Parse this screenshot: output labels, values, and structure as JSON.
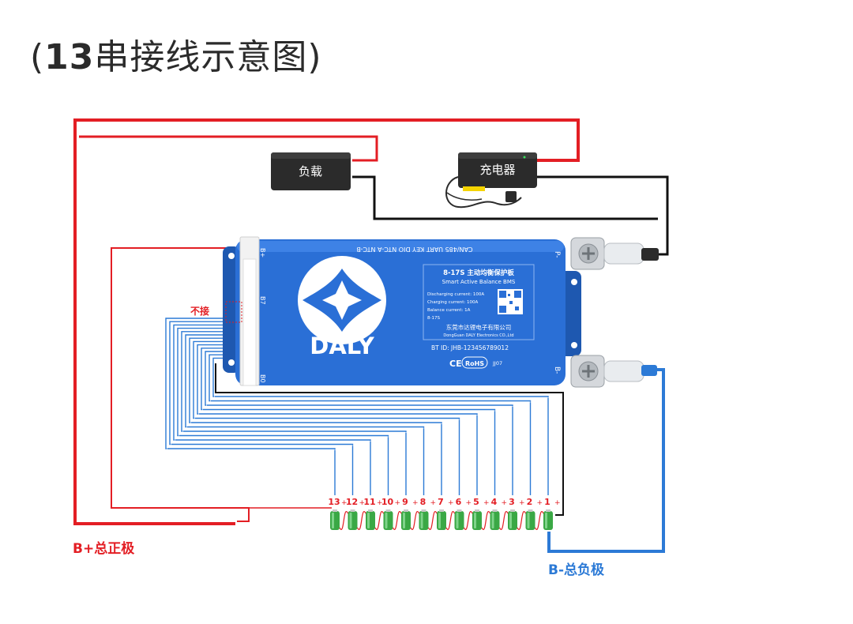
{
  "title": {
    "open_paren": "(",
    "count": "13",
    "text": "串接线示意图",
    "close_paren": ")"
  },
  "devices": {
    "load": "负载",
    "charger": "充电器"
  },
  "bms": {
    "brand": "DALY",
    "model": "8-17S 主动均衡保护板",
    "subtitle": "Smart Active Balance BMS",
    "specs": [
      "Discharging current: 100A",
      "Charging current: 100A",
      "Balance current: 1A",
      "8-17S"
    ],
    "company_cn": "东莞市达锂电子有限公司",
    "company_en": "DongGuan DALY Electronics CO.,Ltd",
    "bt_id": "BT ID: JHB-123456789012",
    "cert": [
      "CE",
      "RoHS",
      "JJ07"
    ],
    "ports": "CAN/485  UART  KEY  DIO  NTC-A  NTC-B",
    "pin_top": "B+",
    "pin_mid": "B7",
    "pin_bottom": "B0",
    "terminal_p": "P-",
    "terminal_b": "B-"
  },
  "labels": {
    "no_connect": "不接",
    "b_plus": "B+总正极",
    "b_minus": "B-总负极"
  },
  "cells": [
    "13",
    "12",
    "11",
    "10",
    "9",
    "8",
    "7",
    "6",
    "5",
    "4",
    "3",
    "2",
    "1"
  ],
  "colors": {
    "red": "#e31e24",
    "blue": "#2c7ad6",
    "black": "#111111",
    "bms_blue": "#2a6fd6",
    "cell_green": "#3aa845"
  }
}
